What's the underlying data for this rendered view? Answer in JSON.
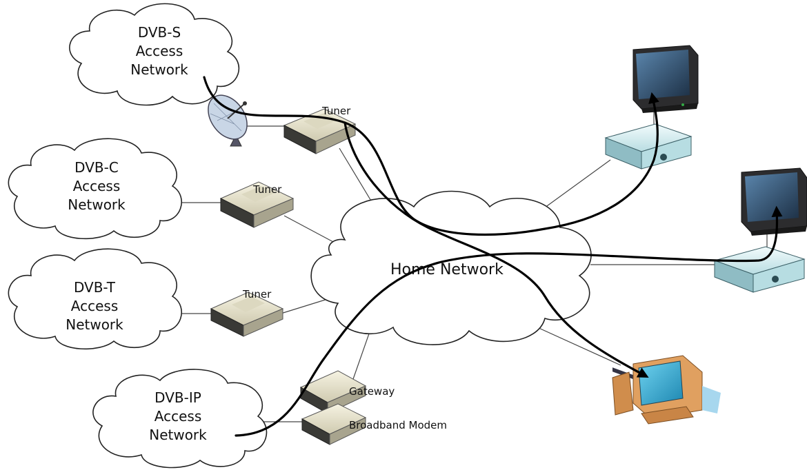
{
  "clouds": {
    "dvb_s": [
      "DVB-S",
      "Access",
      "Network"
    ],
    "dvb_c": [
      "DVB-C",
      "Access",
      "Network"
    ],
    "dvb_t": [
      "DVB-T",
      "Access",
      "Network"
    ],
    "dvb_ip": [
      "DVB-IP",
      "Access",
      "Network"
    ],
    "home": "Home Network"
  },
  "devices": {
    "tuner_s": "Tuner",
    "tuner_c": "Tuner",
    "tuner_t": "Tuner",
    "gateway": "Gateway",
    "modem": "Broadband Modem"
  },
  "colors": {
    "device_body": "#e8e4cc",
    "stb_body": "#d8ecee",
    "tv_screen": "#2c4a66",
    "pc_body": "#e0a060",
    "pc_screen": "#2aa8d0"
  },
  "icons": {
    "dish": "satellite-dish-icon",
    "tv": "television-icon",
    "stb": "set-top-box-icon",
    "pc": "desktop-computer-icon"
  }
}
